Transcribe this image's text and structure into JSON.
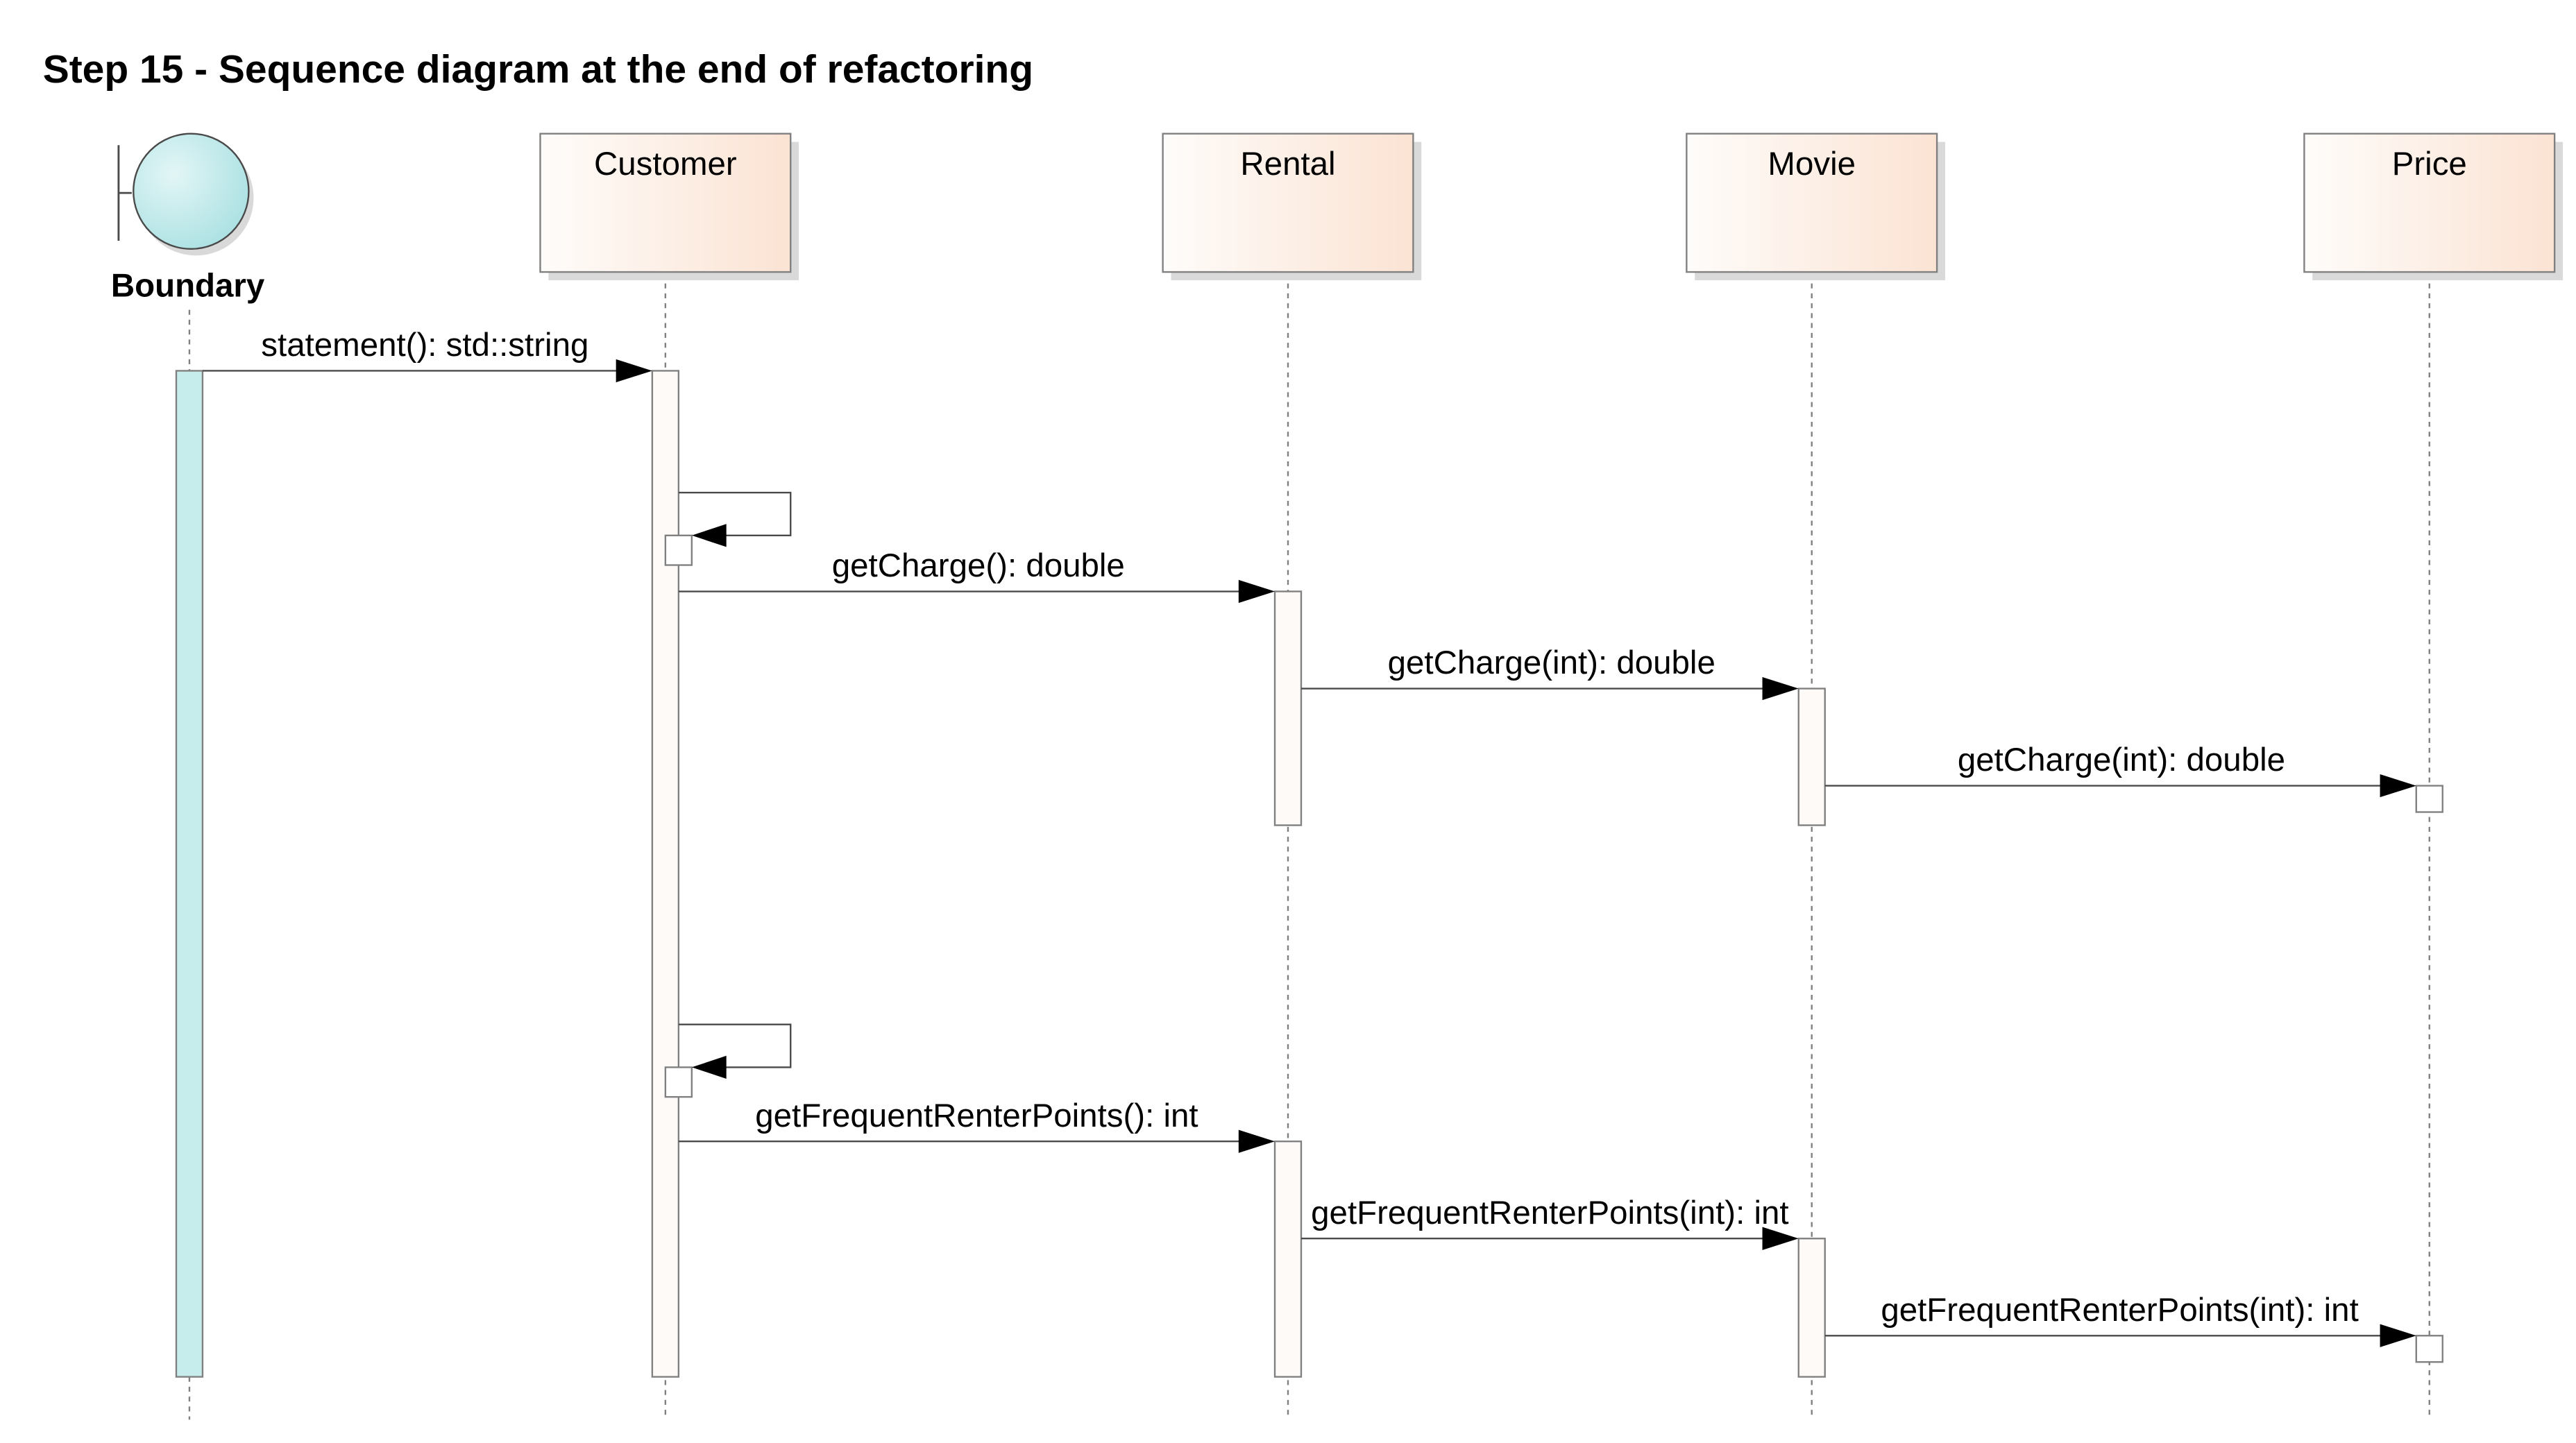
{
  "title": "Step 15 - Sequence diagram at the end of refactoring",
  "lifelines": [
    {
      "id": "boundary",
      "label": "Boundary",
      "kind": "boundary"
    },
    {
      "id": "customer",
      "label": "Customer",
      "kind": "object"
    },
    {
      "id": "rental",
      "label": "Rental",
      "kind": "object"
    },
    {
      "id": "movie",
      "label": "Movie",
      "kind": "object"
    },
    {
      "id": "price",
      "label": "Price",
      "kind": "object"
    }
  ],
  "messages": [
    {
      "from": "boundary",
      "to": "customer",
      "label": "statement(): std::string"
    },
    {
      "from": "customer",
      "to": "customer",
      "label": ""
    },
    {
      "from": "customer",
      "to": "rental",
      "label": "getCharge(): double"
    },
    {
      "from": "rental",
      "to": "movie",
      "label": "getCharge(int): double"
    },
    {
      "from": "movie",
      "to": "price",
      "label": "getCharge(int): double"
    },
    {
      "from": "customer",
      "to": "customer",
      "label": ""
    },
    {
      "from": "customer",
      "to": "rental",
      "label": "getFrequentRenterPoints(): int"
    },
    {
      "from": "rental",
      "to": "movie",
      "label": "getFrequentRenterPoints(int): int"
    },
    {
      "from": "movie",
      "to": "price",
      "label": "getFrequentRenterPoints(int): int"
    }
  ],
  "colors": {
    "boundary_fill": "#c6ecec",
    "box_fill_left": "#fefcfa",
    "box_fill_right": "#fbe3d3",
    "line": "#4a4a4a",
    "shadow": "#d9d9d9",
    "text": "#000000"
  }
}
